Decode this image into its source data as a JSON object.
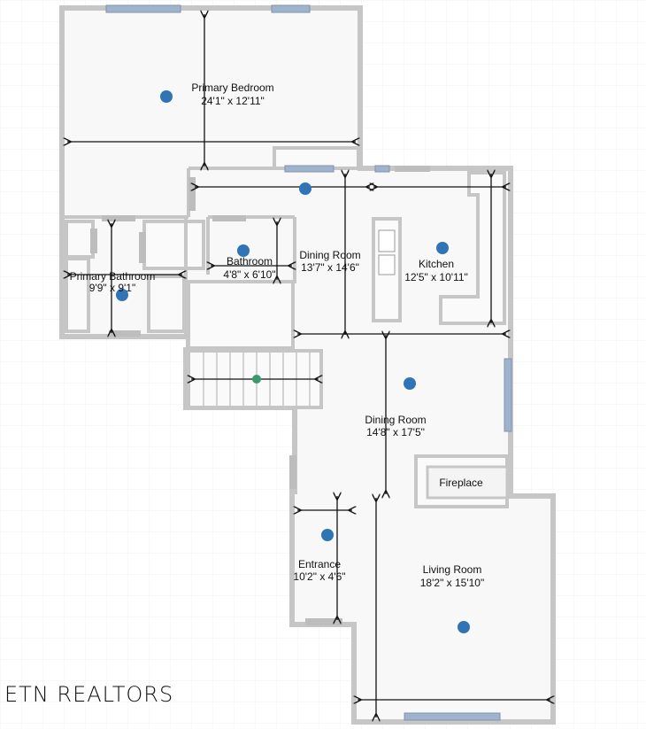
{
  "rooms": [
    {
      "name": "Primary Bedroom",
      "size": "24'1\" x 12'11\""
    },
    {
      "name": "Primary Bathroom",
      "size": "9'9\" x 9'1\""
    },
    {
      "name": "Bathroom",
      "size": "4'8\" x 6'10\""
    },
    {
      "name": "Dining Room",
      "size": "13'7\" x 14'6\""
    },
    {
      "name": "Kitchen",
      "size": "12'5\" x 10'11\""
    },
    {
      "name": "Dining Room",
      "size": "14'8\" x 17'5\""
    },
    {
      "name": "Fireplace",
      "size": ""
    },
    {
      "name": "Entrance",
      "size": "10'2\" x 4'6\""
    },
    {
      "name": "Living Room",
      "size": "18'2\" x 15'10\""
    }
  ],
  "watermark": "ETN REALTORS",
  "colors": {
    "wall": "#c6c6c6",
    "window": "#9fb3cc",
    "marker": "#2f74b5"
  }
}
